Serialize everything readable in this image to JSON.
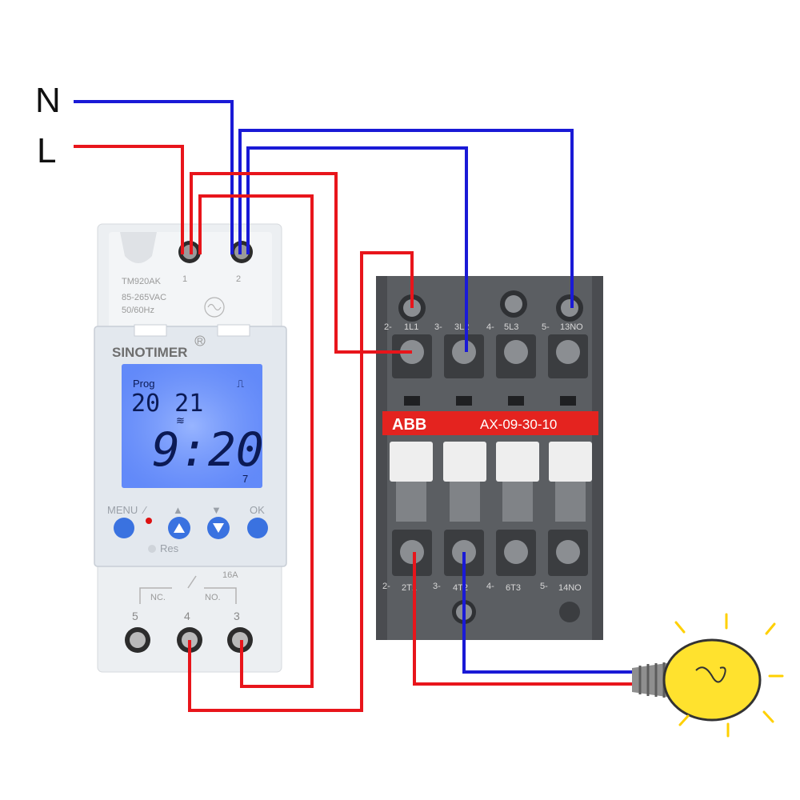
{
  "lines": {
    "neutral": "N",
    "live": "L"
  },
  "colors": {
    "live_wire": "#e8151b",
    "neutral_wire": "#1a1ad6",
    "lcd_bg": "#6f95ff",
    "abb_red": "#e4231f",
    "contactor_body": "#5b5e62"
  },
  "timer": {
    "model": "TM920AK",
    "voltage": "85-265VAC",
    "frequency": "50/60Hz",
    "brand": "SINOTIMER",
    "registered": "R",
    "top_terminal_1": "1",
    "top_terminal_2": "2",
    "lcd": {
      "mode": "Prog",
      "date": "20 21",
      "time": "9:20",
      "day": "7",
      "pulse_symbol": "⎍"
    },
    "buttons": {
      "menu": "MENU",
      "up": "▲",
      "down": "▼",
      "ok": "OK",
      "reset": "Res"
    },
    "relay_rating": "16A",
    "nc_label": "NC.",
    "no_label": "NO.",
    "bottom_terminal_5": "5",
    "bottom_terminal_4": "4",
    "bottom_terminal_3": "3"
  },
  "contactor": {
    "brand": "ABB",
    "model": "AX-09-30-10",
    "top_terminals": [
      "1L1",
      "3L2",
      "5L3",
      "13NO"
    ],
    "top_prefixes": [
      "2-",
      "3-",
      "4-",
      "5-"
    ],
    "bottom_terminals": [
      "2T1",
      "4T2",
      "6T3",
      "14NO"
    ],
    "bottom_prefixes": [
      "2-",
      "3-",
      "4-",
      "5-"
    ]
  },
  "load": {
    "icon": "light-bulb-icon"
  }
}
